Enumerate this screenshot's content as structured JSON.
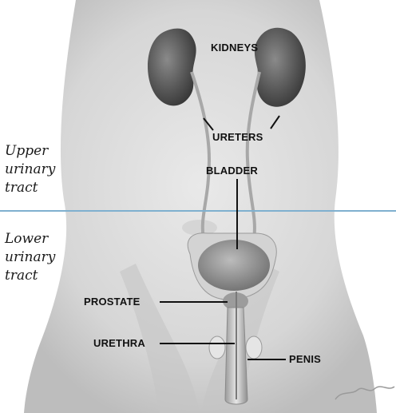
{
  "labels": {
    "kidneys": "KIDNEYS",
    "ureters": "URETERS",
    "bladder": "BLADDER",
    "prostate": "PROSTATE",
    "urethra": "URETHRA",
    "penis": "PENIS"
  },
  "regions": {
    "upper": [
      "Upper",
      "urinary",
      "tract"
    ],
    "lower": [
      "Lower",
      "urinary",
      "tract"
    ]
  },
  "colors": {
    "divider": "#7fb0cf",
    "kidney": "#5a5a5a",
    "skin": "#dedede",
    "background": "#ffffff"
  }
}
